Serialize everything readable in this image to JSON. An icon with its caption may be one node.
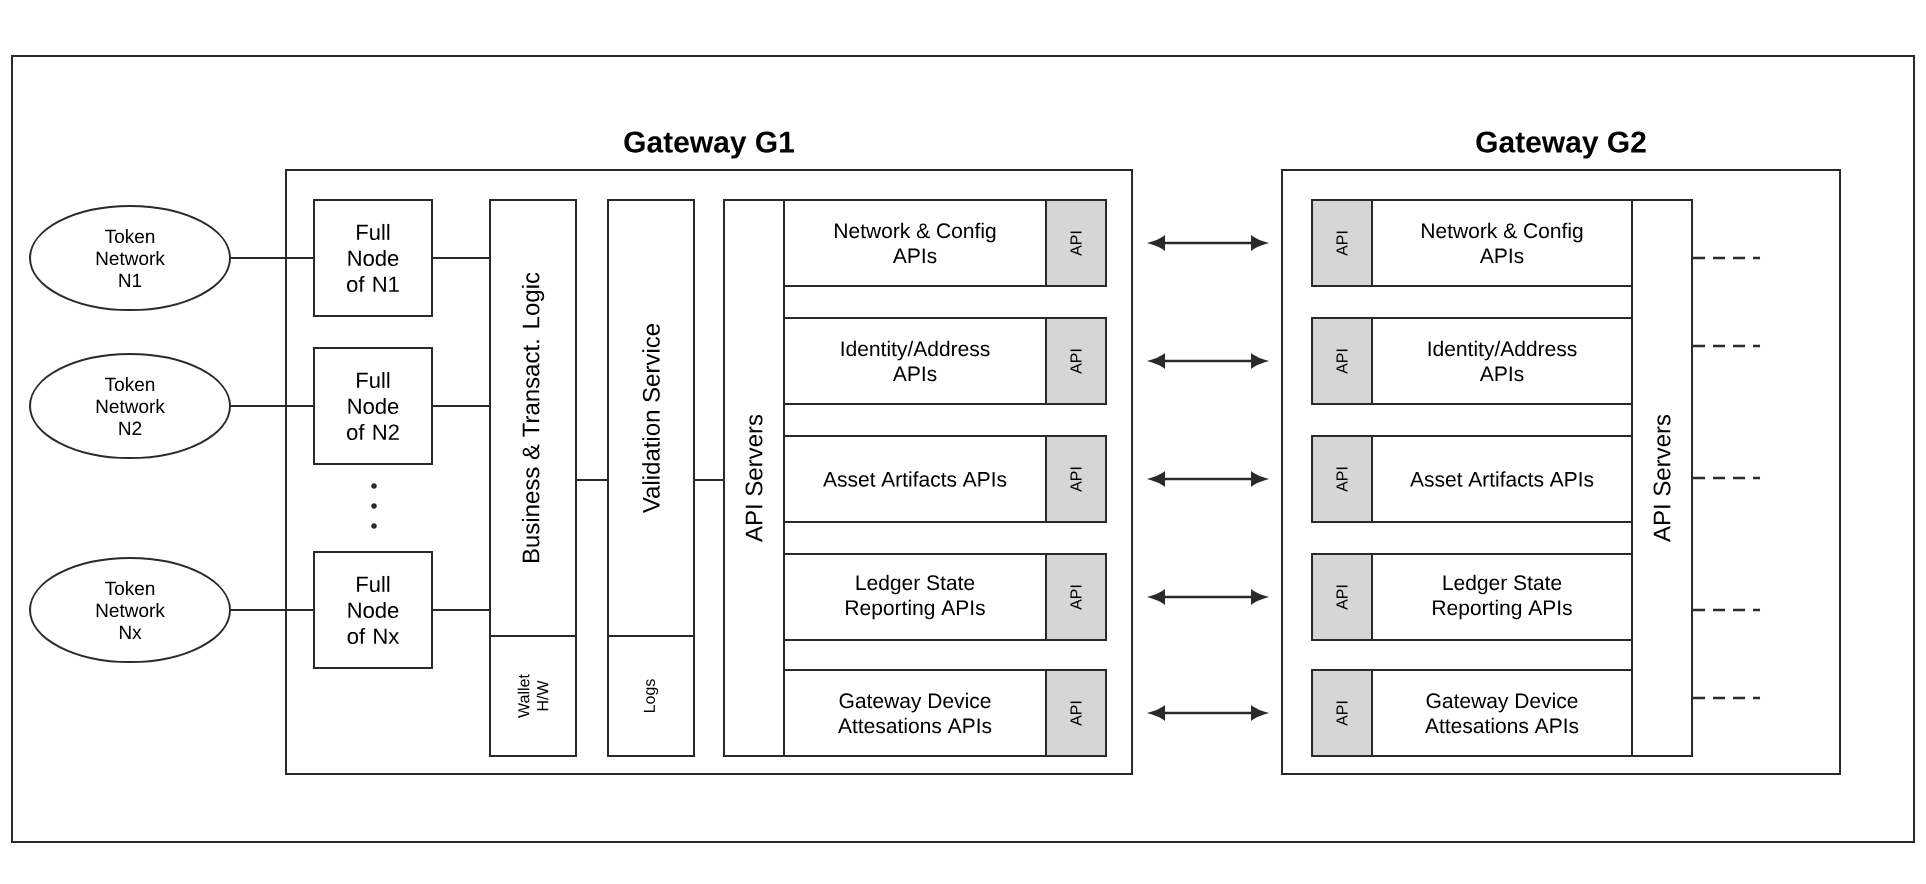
{
  "diagram": {
    "nodes": [
      {
        "text": [
          "Token Network N1"
        ]
      },
      {
        "text": [
          "Token Network N2"
        ]
      },
      {
        "text": [
          "Token Network Nx"
        ]
      },
      {
        "text": [
          "Gateway G1"
        ]
      },
      {
        "text": [
          "Full Node of N1"
        ],
        "in": 3
      },
      {
        "text": [
          "Full Node of N2"
        ],
        "in": 3
      },
      {
        "text": [
          "Full Node of Nx"
        ],
        "in": 3
      },
      {
        "text": [
          "Business & Transact. Logic"
        ],
        "in": 3
      },
      {
        "text": [
          "Wallet H/W"
        ],
        "in": 3
      },
      {
        "text": [
          "Validation Service"
        ],
        "in": 3
      },
      {
        "text": [
          "Logs"
        ],
        "in": 3
      },
      {
        "text": [
          "API Servers"
        ],
        "in": 3
      },
      {
        "text": [
          "Network & Config APIs"
        ],
        "in": 3
      },
      {
        "text": [
          "API"
        ],
        "in": 3
      },
      {
        "text": [
          "Identity/Address APIs"
        ],
        "in": 3
      },
      {
        "text": [
          "API"
        ],
        "in": 3
      },
      {
        "text": [
          "Asset Artifacts APIs"
        ],
        "in": 3
      },
      {
        "text": [
          "API"
        ],
        "in": 3
      },
      {
        "text": [
          "Ledger State Reporting APIs"
        ],
        "in": 3
      },
      {
        "text": [
          "API"
        ],
        "in": 3
      },
      {
        "text": [
          "Gateway Device Attesations APIs"
        ],
        "in": 3
      },
      {
        "text": [
          "API"
        ],
        "in": 3
      },
      {
        "text": [
          "Gateway G2"
        ]
      },
      {
        "text": [
          "API"
        ],
        "in": 22
      },
      {
        "text": [
          "Network & Config APIs"
        ],
        "in": 22
      },
      {
        "text": [
          "API"
        ],
        "in": 22
      },
      {
        "text": [
          "Identity/Address APIs"
        ],
        "in": 22
      },
      {
        "text": [
          "API"
        ],
        "in": 22
      },
      {
        "text": [
          "Asset Artifacts APIs"
        ],
        "in": 22
      },
      {
        "text": [
          "API"
        ],
        "in": 22
      },
      {
        "text": [
          "Ledger State Reporting APIs"
        ],
        "in": 22
      },
      {
        "text": [
          "API"
        ],
        "in": 22
      },
      {
        "text": [
          "Gateway Device Attesations APIs"
        ],
        "in": 22
      },
      {
        "text": [
          "API Servers"
        ],
        "in": 22
      }
    ],
    "edges": [
      {
        "from": 0,
        "to": 4,
        "arrow": "none"
      },
      {
        "from": 1,
        "to": 5,
        "arrow": "none"
      },
      {
        "from": 2,
        "to": 6,
        "arrow": "none"
      },
      {
        "from": 4,
        "to": 7,
        "arrow": "none"
      },
      {
        "from": 5,
        "to": 7,
        "arrow": "none"
      },
      {
        "from": 6,
        "to": 7,
        "arrow": "none"
      },
      {
        "from": 7,
        "to": 9,
        "arrow": "none"
      },
      {
        "from": 9,
        "to": 11,
        "arrow": "none"
      },
      {
        "from": 13,
        "to": 23,
        "arrow": "both"
      },
      {
        "from": 15,
        "to": 25,
        "arrow": "both"
      },
      {
        "from": 17,
        "to": 27,
        "arrow": "both"
      },
      {
        "from": 19,
        "to": 29,
        "arrow": "both"
      },
      {
        "from": 21,
        "to": 31,
        "arrow": "both"
      },
      {
        "from": 33,
        "to": null,
        "arrow": "none",
        "style": "dashed"
      },
      {
        "from": 33,
        "to": null,
        "arrow": "none",
        "style": "dashed"
      },
      {
        "from": 33,
        "to": null,
        "arrow": "none",
        "style": "dashed"
      },
      {
        "from": 33,
        "to": null,
        "arrow": "none",
        "style": "dashed"
      },
      {
        "from": 33,
        "to": null,
        "arrow": "none",
        "style": "dashed"
      }
    ]
  }
}
